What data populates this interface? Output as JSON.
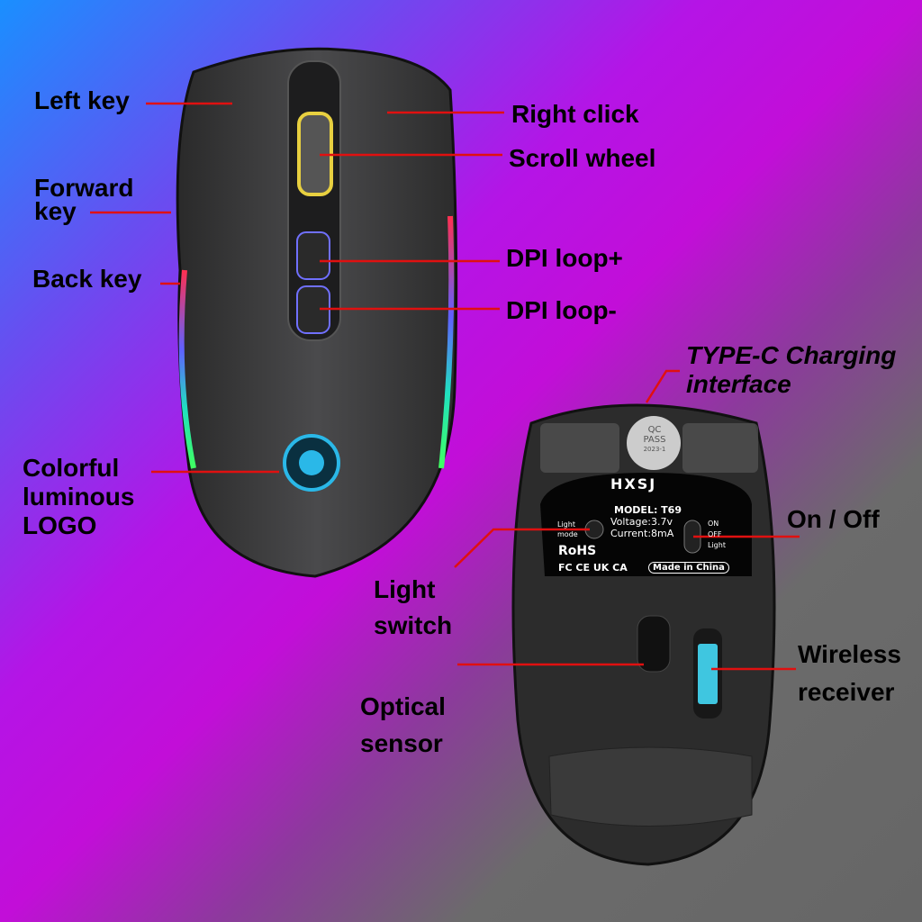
{
  "labels": {
    "left_key": "Left key",
    "right_click": "Right click",
    "scroll_wheel": "Scroll wheel",
    "forward_key": "Forward\nkey",
    "back_key": "Back key",
    "dpi_plus": "DPI loop+",
    "dpi_minus": "DPI loop-",
    "type_c": "TYPE-C Charging\ninterface",
    "logo": "Colorful\nluminous\nLOGO",
    "on_off": "On / Off",
    "light_switch": "Light\nswitch",
    "optical_sensor": "Optical\nsensor",
    "wireless_receiver": "Wireless\nreceiver"
  },
  "sticker": {
    "qc": "QC",
    "pass": "PASS",
    "date": "2023-1",
    "brand": "HXSJ",
    "model": "MODEL: T69",
    "voltage": "Voltage:3.7v",
    "current": "Current:8mA",
    "light_mode": "Light\nmode",
    "switch_on": "ON",
    "switch_off": "OFF",
    "switch_light": "Light",
    "rohs": "RoHS",
    "certs": "FC CE UK CA",
    "made_in": "Made in China"
  },
  "colors": {
    "leader_line": "#e01010",
    "receiver": "#3fc6e0",
    "logo_glow": "#2ab8e8"
  }
}
